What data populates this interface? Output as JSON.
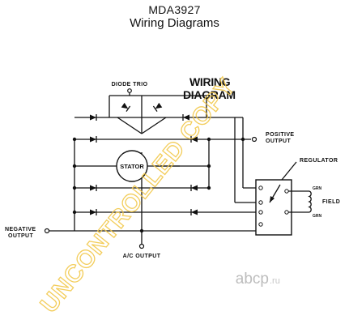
{
  "header": {
    "part_number": "MDA3927",
    "title": "Wiring Diagrams"
  },
  "diagram": {
    "heading_line1": "WIRING",
    "heading_line2": "DIAGRAM",
    "diode_trio": "DIODE TRIO",
    "stator": "STATOR",
    "positive_line1": "POSITIVE",
    "positive_line2": "OUTPUT",
    "regulator": "REGULATOR",
    "field": "FIELD",
    "grn_top": "GRN",
    "grn_bottom": "GRN",
    "negative_line1": "NEGATIVE",
    "negative_line2": "OUTPUT",
    "ac_output": "A/C OUTPUT"
  },
  "watermark": {
    "text": "UNCONTROLLED COPY",
    "color": "#f2c84a"
  },
  "logo": {
    "brand": "abcp",
    "suffix": ".ru"
  },
  "colors": {
    "ink": "#111111",
    "watermark": "#f2c84a",
    "logo_gray": "#bdbdbd"
  }
}
